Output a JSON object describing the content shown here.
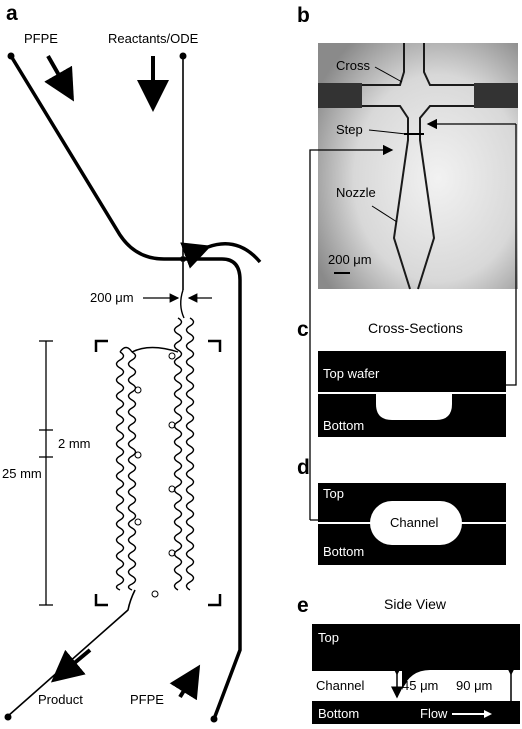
{
  "panel_letters": {
    "a": "a",
    "b": "b",
    "c": "c",
    "d": "d",
    "e": "e"
  },
  "panel_a": {
    "pfpe_top": "PFPE",
    "reactants": "Reactants/ODE",
    "width_200": "200 μm",
    "length_2mm": "2 mm",
    "length_25mm": "25 mm",
    "product": "Product",
    "pfpe_bottom": "PFPE"
  },
  "panel_b": {
    "cross": "Cross",
    "step": "Step",
    "nozzle": "Nozzle",
    "scale": "200 μm"
  },
  "panel_c": {
    "title": "Cross-Sections",
    "top": "Top wafer",
    "bottom": "Bottom"
  },
  "panel_d": {
    "top": "Top",
    "channel": "Channel",
    "bottom": "Bottom"
  },
  "panel_e": {
    "title": "Side View",
    "top": "Top",
    "channel": "Channel",
    "depth_45": "45 μm",
    "depth_90": "90 μm",
    "bottom": "Bottom",
    "flow": "Flow"
  },
  "colors": {
    "ink": "#000000",
    "paper": "#ffffff",
    "micrograph_bg": "#d2d2d2"
  }
}
